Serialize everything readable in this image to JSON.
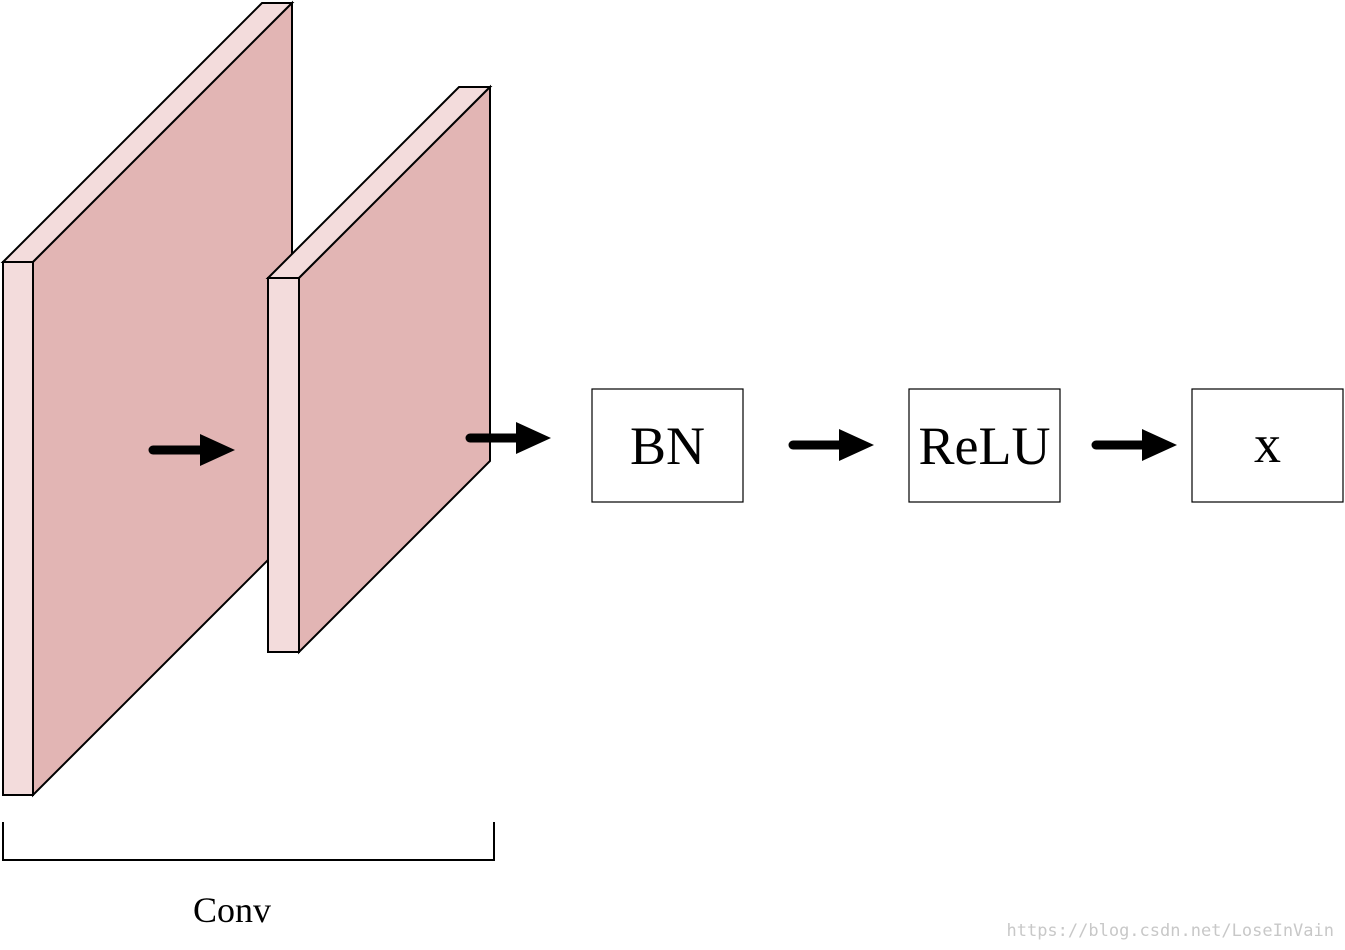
{
  "diagram": {
    "conv_label": "Conv",
    "boxes": {
      "bn": "BN",
      "relu": "ReLU",
      "x": "x"
    },
    "watermark": "https://blog.csdn.net/LoseInVain",
    "colors": {
      "layer_face": "#e2b5b4",
      "layer_edge": "#f3dcdc",
      "stroke": "#000000",
      "arrow": "#000000",
      "box_fill": "#ffffff",
      "watermark": "#c8c8c8"
    }
  }
}
